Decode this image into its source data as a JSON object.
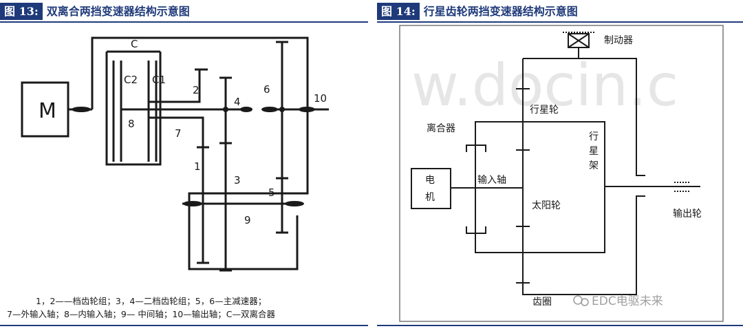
{
  "figure13": {
    "number": "图 13:",
    "title": "双离合两挡变速器结构示意图",
    "motor": "M",
    "labels": {
      "c": "C",
      "c2": "C2",
      "c1": "C1",
      "n1": "1",
      "n2": "2",
      "n3": "3",
      "n4": "4",
      "n5": "5",
      "n6": "6",
      "n7": "7",
      "n8": "8",
      "n9": "9",
      "n10": "10"
    },
    "legend_line1": "1，2——档齿轮组；3，4—二档齿轮组；5，6—主减速器；",
    "legend_line2": "7—外输入轴；8—内输入轴；9— 中间轴；10—输出轴；C—双离合器"
  },
  "figure14": {
    "number": "图 14:",
    "title": "行星齿轮两挡变速器结构示意图",
    "labels": {
      "brake": "制动器",
      "planet_gear": "行星轮",
      "clutch": "离合器",
      "carrier_1": "行",
      "carrier_2": "星",
      "carrier_3": "架",
      "motor_1": "电",
      "motor_2": "机",
      "input_shaft": "输入轴",
      "sun_gear": "太阳轮",
      "output_gear": "输出轮",
      "ring_gear": "齿圈"
    },
    "watermark": "w.docin.c",
    "wechat": "EDC电驱未来"
  },
  "colors": {
    "accent": "#1f3a7a",
    "line": "#1a1a1a",
    "watermark": "#e6e6e6"
  }
}
